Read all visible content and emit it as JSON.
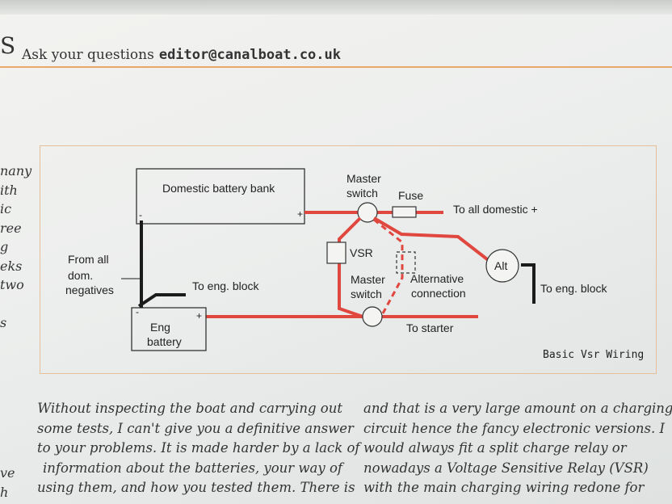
{
  "header": {
    "section_letter": "S",
    "prompt": "Ask your questions",
    "email": "editor@canalboat.co.uk"
  },
  "left_fragments": [
    "nany",
    "ith",
    "ic",
    "ree",
    "g",
    "eks",
    "two",
    "s"
  ],
  "left_bottom": [
    "ve",
    "h"
  ],
  "diagram": {
    "domestic_bank": "Domestic battery bank",
    "plus": "+",
    "minus": "-",
    "master_switch_top": [
      "Master",
      "switch"
    ],
    "fuse": "Fuse",
    "to_domestic": "To all domestic +",
    "vsr": "VSR",
    "alt": "Alt",
    "to_eng_block_right": "To eng. block",
    "from_negatives": [
      "From all",
      "dom.",
      "negatives"
    ],
    "to_eng_block_left": "To eng. block",
    "master_switch_bottom": [
      "Master",
      "switch"
    ],
    "alternative": [
      "Alternative",
      "connection"
    ],
    "eng_battery": [
      "Eng",
      "battery"
    ],
    "to_starter": "To starter",
    "caption": "Basic Vsr Wiring"
  },
  "body": {
    "col1": [
      "Without inspecting the boat and carrying out",
      "some tests, I can't give you a definitive answer",
      "to your problems. It is made harder by a lack of",
      "information about the batteries, your way of",
      "using them, and how you tested them. There is"
    ],
    "col2": [
      "and that is a very large amount on a charging",
      "circuit hence the fancy electronic versions. I",
      "would always fit a split charge relay or",
      "nowadays a Voltage Sensitive Relay (VSR)",
      "with the main charging wiring redone for"
    ]
  },
  "colors": {
    "wire_red": "#e0473f",
    "wire_black": "#1b1b1b",
    "accent_orange": "#e9a86a"
  }
}
